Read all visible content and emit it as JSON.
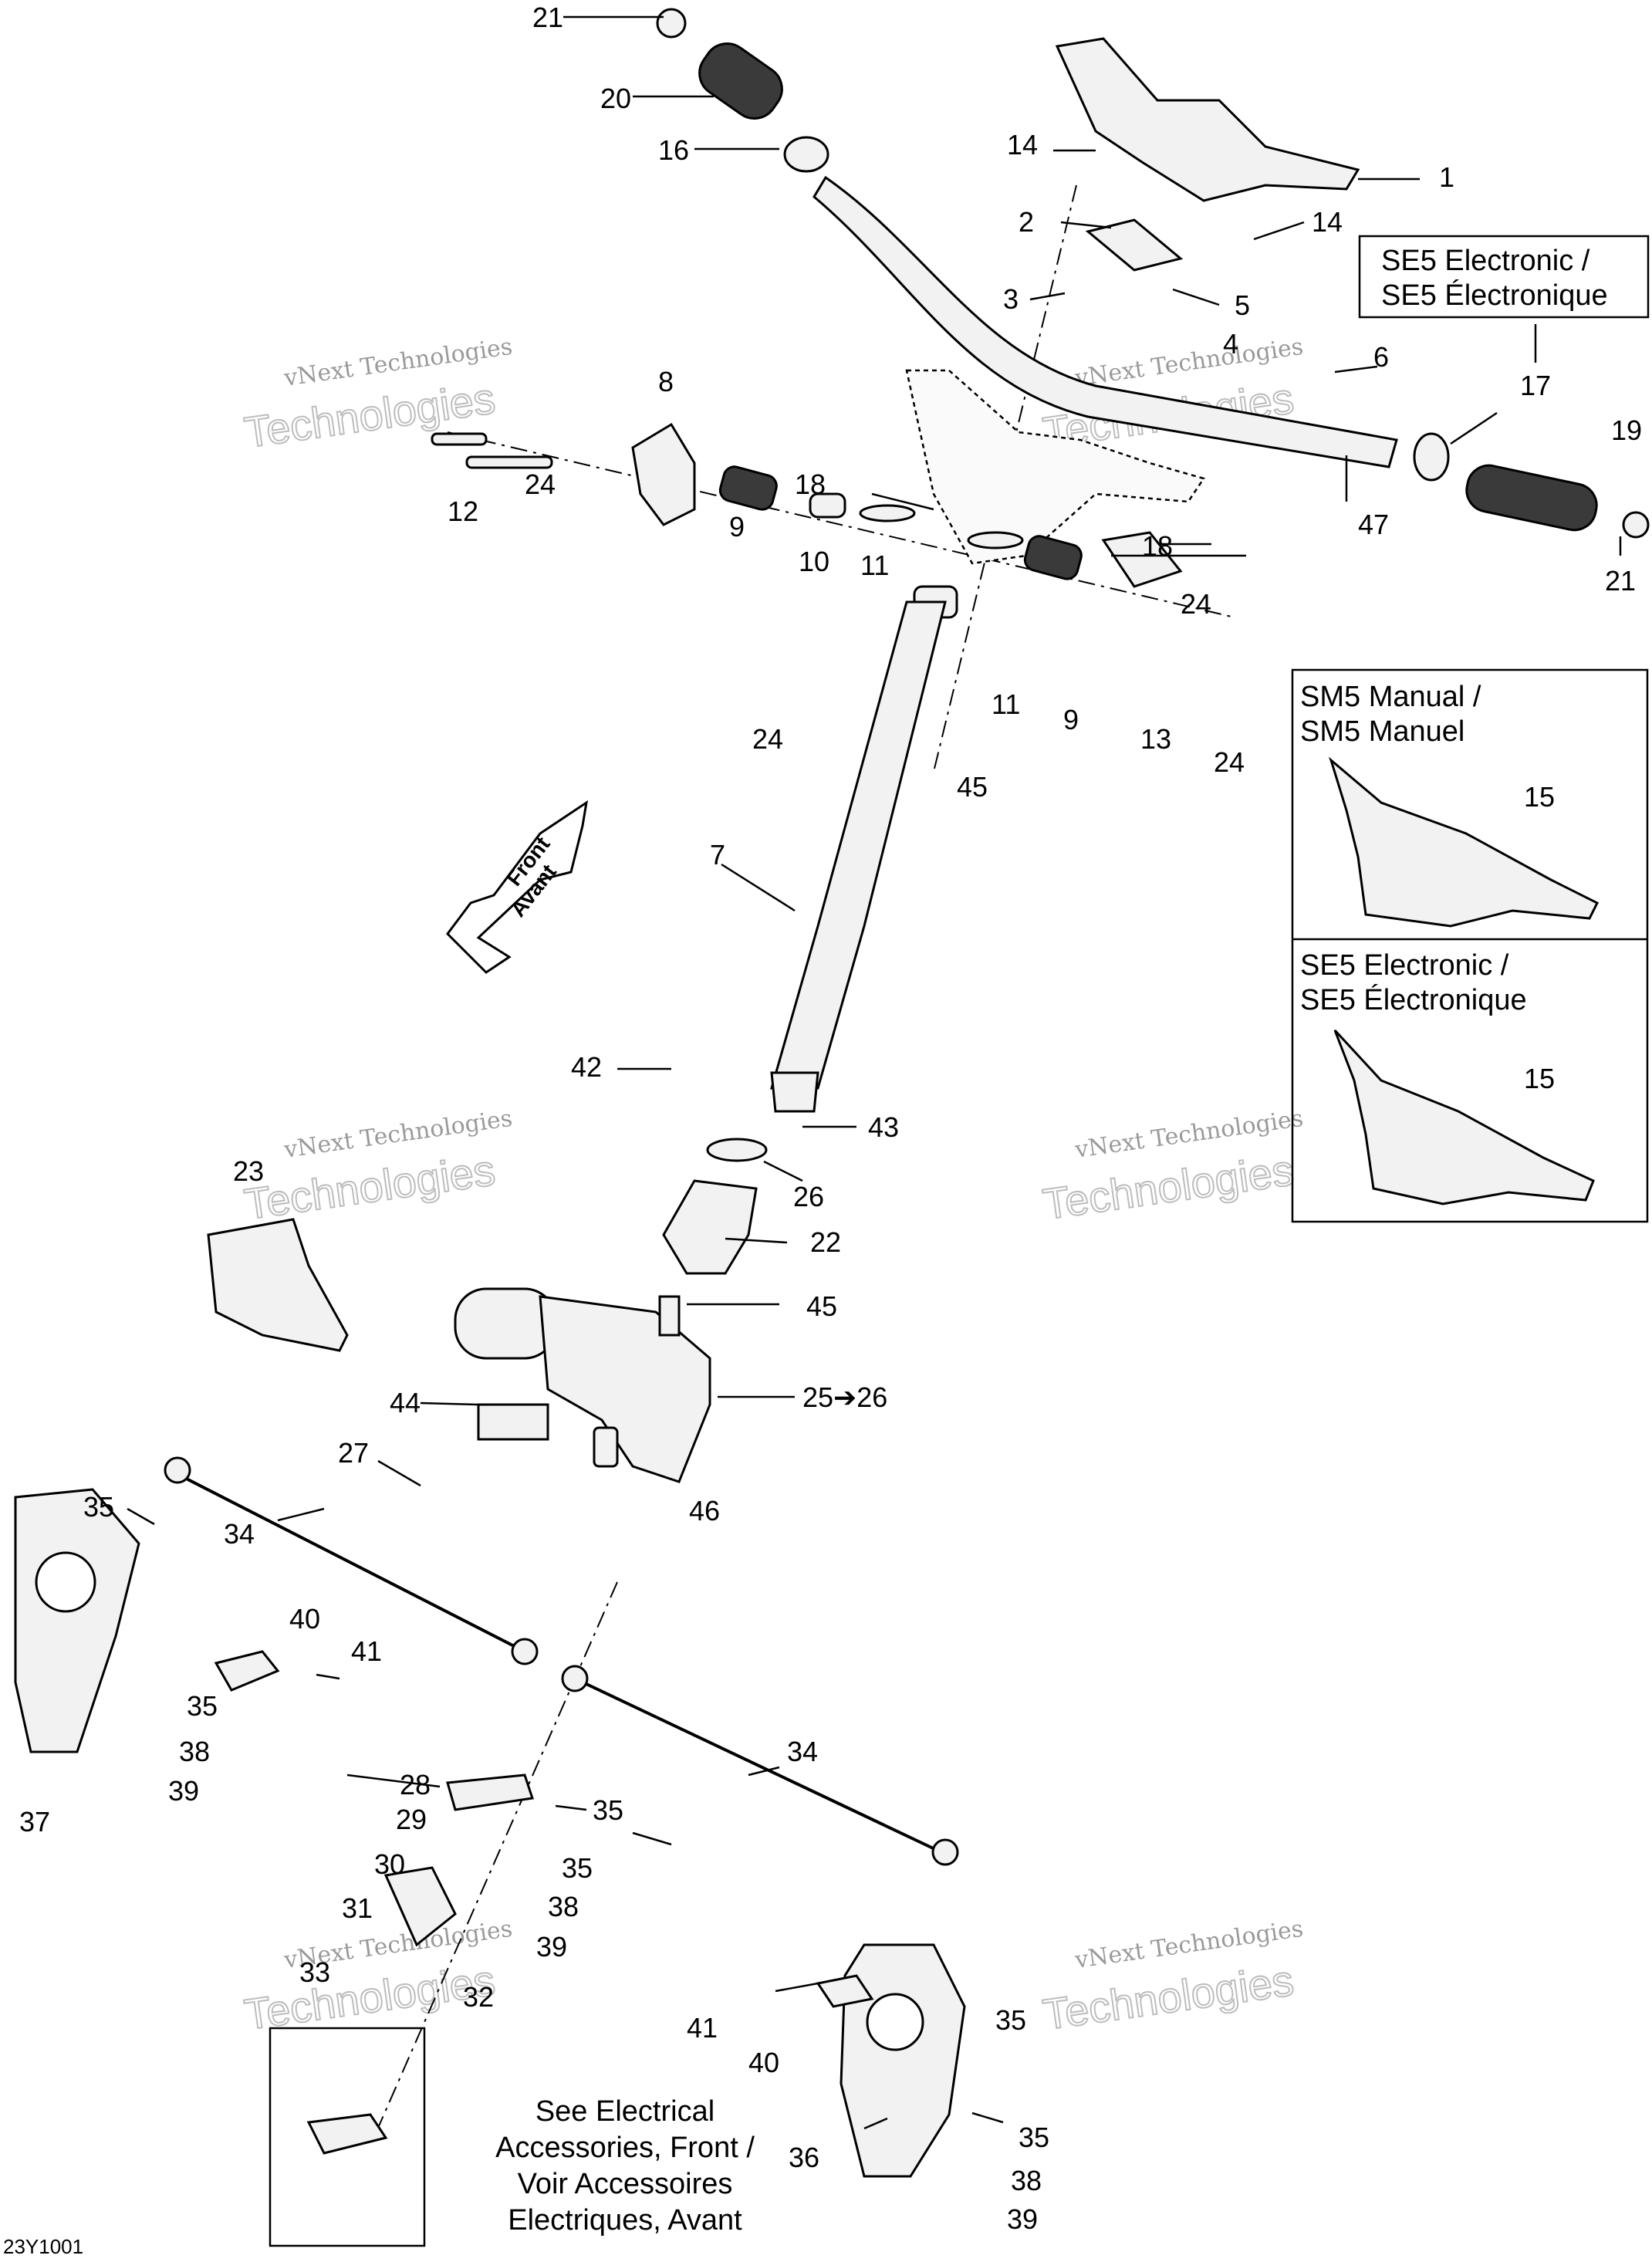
{
  "diagram_id": "23Y1001",
  "watermark": {
    "small": "vNext Technologies",
    "large": "Technologies",
    "top": "vNext"
  },
  "front_arrow": {
    "line1": "Front",
    "line2": "Avant"
  },
  "box_se5_top": {
    "line1": "SE5 Electronic /",
    "line2": "SE5 Électronique"
  },
  "box_sm5": {
    "line1": "SM5 Manual /",
    "line2": "SM5 Manuel"
  },
  "box_se5": {
    "line1": "SE5 Electronic /",
    "line2": "SE5 Électronique"
  },
  "see_electrical": {
    "line1": "See Electrical",
    "line2": "Accessories, Front /",
    "line3": "Voir Accessoires",
    "line4": "Electriques, Avant"
  },
  "callouts": [
    {
      "label": "21"
    },
    {
      "label": "20"
    },
    {
      "label": "16"
    },
    {
      "label": "14"
    },
    {
      "label": "1"
    },
    {
      "label": "2"
    },
    {
      "label": "14"
    },
    {
      "label": "3"
    },
    {
      "label": "5"
    },
    {
      "label": "4"
    },
    {
      "label": "6"
    },
    {
      "label": "17"
    },
    {
      "label": "19"
    },
    {
      "label": "47"
    },
    {
      "label": "21"
    },
    {
      "label": "18"
    },
    {
      "label": "18"
    },
    {
      "label": "12"
    },
    {
      "label": "24"
    },
    {
      "label": "8"
    },
    {
      "label": "9"
    },
    {
      "label": "10"
    },
    {
      "label": "11"
    },
    {
      "label": "24"
    },
    {
      "label": "24"
    },
    {
      "label": "11"
    },
    {
      "label": "9"
    },
    {
      "label": "13"
    },
    {
      "label": "24"
    },
    {
      "label": "45"
    },
    {
      "label": "7"
    },
    {
      "label": "15"
    },
    {
      "label": "15"
    },
    {
      "label": "42"
    },
    {
      "label": "43"
    },
    {
      "label": "23"
    },
    {
      "label": "26"
    },
    {
      "label": "22"
    },
    {
      "label": "45"
    },
    {
      "label": "25➔26"
    },
    {
      "label": "44"
    },
    {
      "label": "27"
    },
    {
      "label": "46"
    },
    {
      "label": "35"
    },
    {
      "label": "34"
    },
    {
      "label": "40"
    },
    {
      "label": "41"
    },
    {
      "label": "35"
    },
    {
      "label": "38"
    },
    {
      "label": "39"
    },
    {
      "label": "37"
    },
    {
      "label": "34"
    },
    {
      "label": "28"
    },
    {
      "label": "29"
    },
    {
      "label": "35"
    },
    {
      "label": "30"
    },
    {
      "label": "35"
    },
    {
      "label": "31"
    },
    {
      "label": "38"
    },
    {
      "label": "39"
    },
    {
      "label": "33"
    },
    {
      "label": "32"
    },
    {
      "label": "41"
    },
    {
      "label": "35"
    },
    {
      "label": "40"
    },
    {
      "label": "36"
    },
    {
      "label": "35"
    },
    {
      "label": "38"
    },
    {
      "label": "39"
    }
  ]
}
